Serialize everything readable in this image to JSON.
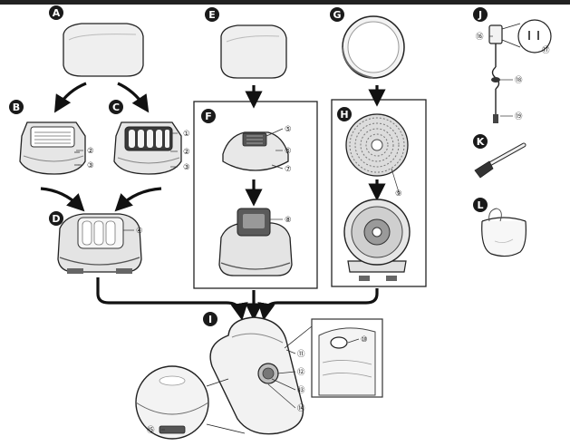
{
  "badges": {
    "A": "A",
    "B": "B",
    "C": "C",
    "D": "D",
    "E": "E",
    "F": "F",
    "G": "G",
    "H": "H",
    "I": "I",
    "J": "J",
    "K": "K",
    "L": "L"
  },
  "callouts": {
    "n1": "①",
    "n2": "②",
    "n3": "③",
    "n4": "④",
    "n5": "⑤",
    "n6": "⑥",
    "n7": "⑦",
    "n8": "⑧",
    "n9": "⑨",
    "n10": "⑩",
    "n11": "⑪",
    "n12": "⑫",
    "n13": "⑬",
    "n14": "⑭",
    "n15": "⑮",
    "n16": "⑯",
    "n17": "⑰",
    "n18": "⑱",
    "n19": "⑲"
  },
  "colors": {
    "badge_fill": "#1a1a1a",
    "line": "#222222",
    "part_fill": "#eeeeee",
    "part_shade": "#cfcfcf",
    "dark_part": "#555555"
  }
}
